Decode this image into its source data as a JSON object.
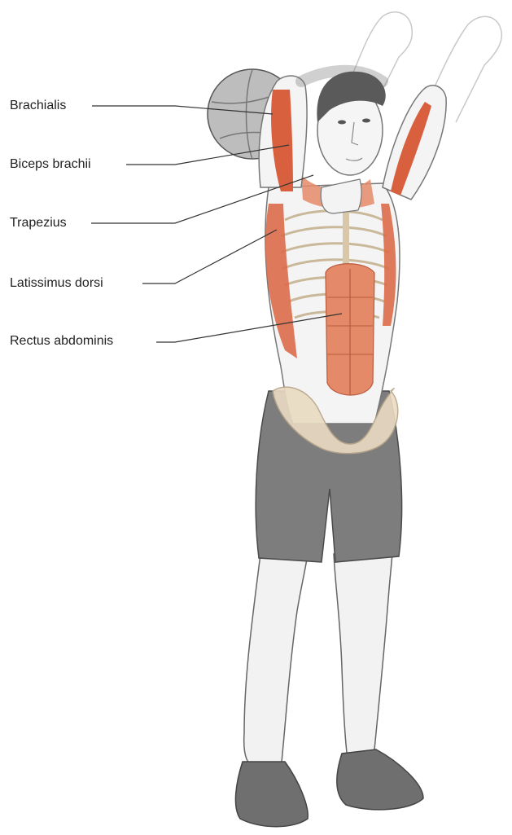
{
  "labels": {
    "brachialis": "Brachialis",
    "biceps": "Biceps brachii",
    "trapezius": "Trapezius",
    "latissimus": "Latissimus dorsi",
    "rectus": "Rectus abdominis"
  },
  "colors": {
    "muscle": "#e07a5a",
    "muscle_dark": "#c8553a",
    "bone": "#efe2cc",
    "skin": "#f3f3f3",
    "shorts": "#7a7a7a",
    "shoe": "#6e6e6e",
    "ball": "#b8b8b8",
    "hair": "#555555",
    "line": "#333333"
  }
}
